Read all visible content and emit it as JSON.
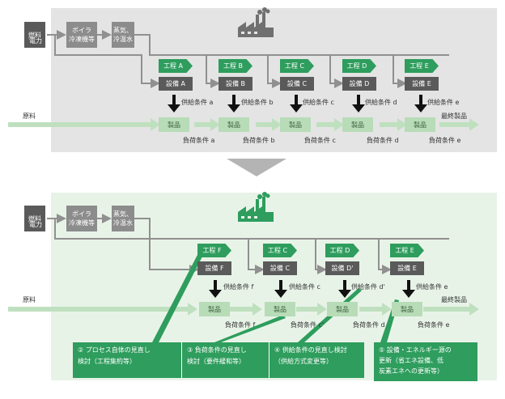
{
  "top": {
    "fuel": "燃料",
    "power": "電力",
    "boiler": "ボイラ\n冷凍機等",
    "steam": "蒸気、\n冷温水",
    "processes": [
      "工程 A",
      "工程 B",
      "工程 C",
      "工程 D",
      "工程 E"
    ],
    "equipment": [
      "設備 A",
      "設備 B",
      "設備 C",
      "設備 D",
      "設備 E"
    ],
    "supply": [
      "供給条件 a",
      "供給条件 b",
      "供給条件 c",
      "供給条件 d",
      "供給条件 e"
    ],
    "product": "製品",
    "load": [
      "負荷条件 a",
      "負荷条件 b",
      "負荷条件 c",
      "負荷条件 d",
      "負荷条件 e"
    ],
    "raw": "原料",
    "final": "最終製品"
  },
  "bottom": {
    "fuel": "燃料",
    "power": "電力",
    "boiler": "ボイラ\n冷凍機等",
    "steam": "蒸気、\n冷温水",
    "processes": [
      "工程 F",
      "工程 C",
      "工程 D",
      "工程 E"
    ],
    "equipment": [
      "設備 F",
      "設備 C",
      "設備 D'",
      "設備 E"
    ],
    "supply": [
      "供給条件 f",
      "供給条件 c",
      "供給条件 d'",
      "供給条件 e"
    ],
    "product": "製品",
    "load": [
      "負荷条件 f",
      "負荷条件 c'",
      "負荷条件 d",
      "負荷条件 e"
    ],
    "raw": "原料",
    "final": "最終製品"
  },
  "callouts": [
    "② プロセス自体の見直し\n検討（工程集約等）",
    "③ 負荷条件の見直し\n検討（要件緩和等）",
    "④ 供給条件の見直し検討\n（供給方式変更等）",
    "⑤ 設備・エネルギー源の\n更新（省エネ設備、低\n炭素エネへの更新等）"
  ],
  "colors": {
    "grey_panel": "#e4e4e4",
    "green_panel": "#e8f3e8",
    "green": "#2e9d5d",
    "light_green": "#b7dcb7",
    "dark_box": "#5a5a5a",
    "grey_box": "#8c8c8c"
  },
  "icons": {
    "top_factory": "factory-icon",
    "bottom_factory": "factory-icon"
  }
}
